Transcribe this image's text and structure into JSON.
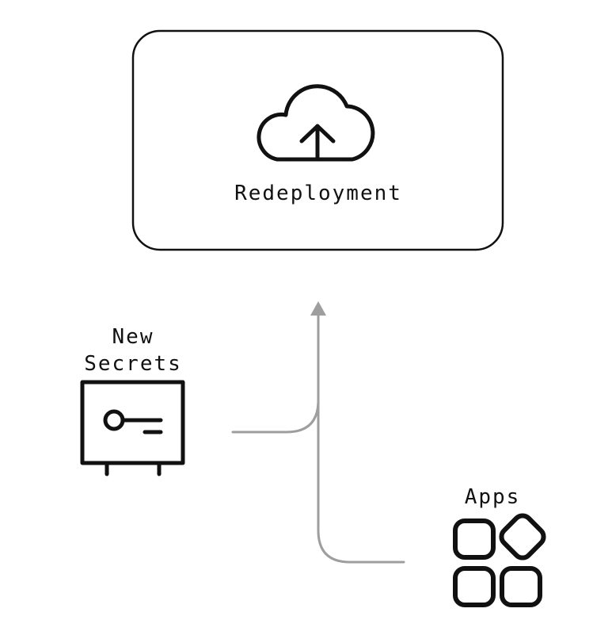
{
  "nodes": {
    "redeployment": {
      "label": "Redeployment",
      "icon": "cloud-upload-icon"
    },
    "new_secrets": {
      "label_line1": "New",
      "label_line2": "Secrets",
      "icon": "vault-key-icon"
    },
    "apps": {
      "label": "Apps",
      "icon": "apps-grid-icon"
    }
  },
  "colors": {
    "stroke": "#111111",
    "connector": "#9e9e9e",
    "background": "#ffffff"
  }
}
